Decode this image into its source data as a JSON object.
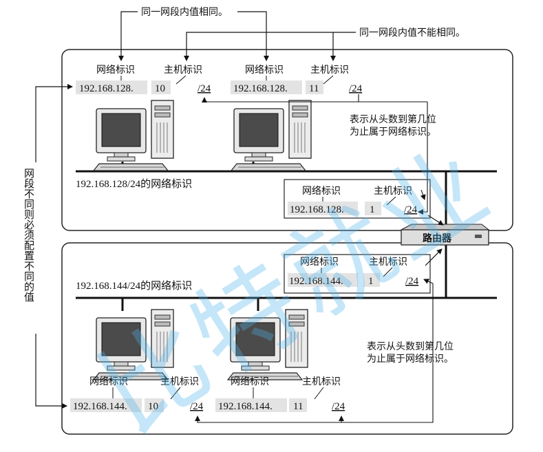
{
  "top_note_same": "同一网段内值相同。",
  "top_note_diff": "同一网段内值不能相同。",
  "labels": {
    "network": "网络标识",
    "host": "主机标识"
  },
  "side_note": "网段不同则必须配置不同的值",
  "prefix_note": [
    "表示从头数到第几位",
    "为止属于网络标识。"
  ],
  "router": {
    "label": "路由器"
  },
  "watermark": "比特就业",
  "segment_top": {
    "network_label": "192.168.128/24的网络标识",
    "host_a": {
      "network": "192.168.128.",
      "host": "10",
      "prefix": "/24"
    },
    "host_b": {
      "network": "192.168.128.",
      "host": "11",
      "prefix": "/24"
    },
    "router_if": {
      "network": "192.168.128.",
      "host": "1",
      "prefix": "/24"
    }
  },
  "segment_bottom": {
    "network_label": "192.168.144/24的网络标识",
    "router_if": {
      "network": "192.168.144.",
      "host": "1",
      "prefix": "/24"
    },
    "host_a": {
      "network": "192.168.144.",
      "host": "10",
      "prefix": "/24"
    },
    "host_b": {
      "network": "192.168.144.",
      "host": "11",
      "prefix": "/24"
    }
  }
}
